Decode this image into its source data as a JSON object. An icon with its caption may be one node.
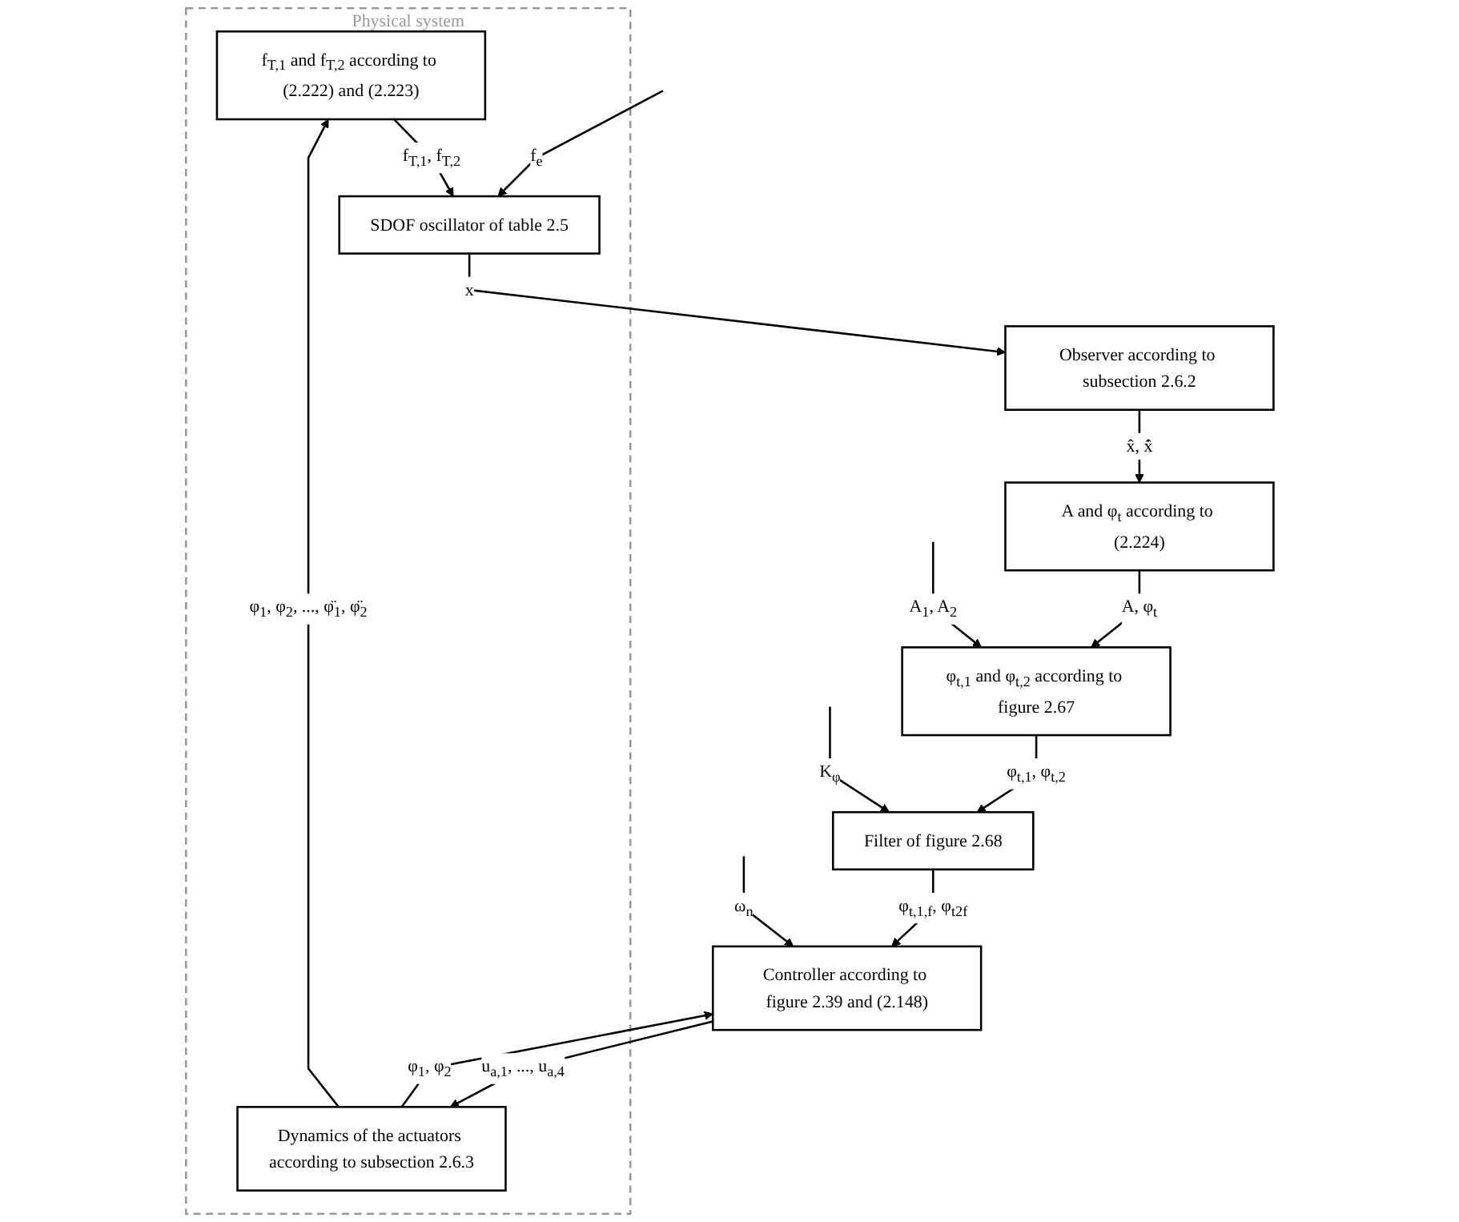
{
  "diagram": {
    "nodes": [
      {
        "text": [
          "Physical system"
        ]
      },
      {
        "text": [
          "f$_{T,1}$ and f$_{T,2}$ according to (2.222) and (2.223)"
        ],
        "in": 0
      },
      {
        "text": [
          "SDOF oscillator of table 2.5"
        ],
        "in": 0
      },
      {
        "text": [
          "Dynamics of the actuators according to subsection 2.6.3"
        ],
        "in": 0
      },
      {
        "text": [
          "Observer according to subsection 2.6.2"
        ]
      },
      {
        "text": [
          "Controller according to figure 2.39 and (2.148)"
        ]
      },
      {
        "text": [
          "A and φ$_{t}$ according to (2.224)"
        ]
      },
      {
        "text": [
          "φ$_{t,1}$ and φ$_{t,2}$ according to figure 2.67"
        ]
      },
      {
        "text": [
          "Filter of figure 2.68"
        ]
      }
    ],
    "edges": [
      {
        "from": null,
        "to": 2,
        "arrow": "to",
        "label": "f$_{e}$"
      },
      {
        "from": 1,
        "to": 2,
        "arrow": "to",
        "label": "f$_{T,1}$, f$_{T,2}$"
      },
      {
        "from": 2,
        "to": 4,
        "arrow": "to",
        "label": "x"
      },
      {
        "from": 3,
        "to": 1,
        "arrow": "to",
        "label": "φ$_{1}$, φ$_{2}$, ..., φ̈$_{1}$, φ̈$_{2}$"
      },
      {
        "from": 3,
        "to": 5,
        "arrow": "to",
        "label": "φ$_{1}$, φ$_{2}$"
      },
      {
        "from": 5,
        "to": 3,
        "arrow": "to",
        "label": "u$_{a,1}$, ..., u$_{a,4}$"
      },
      {
        "from": null,
        "to": 5,
        "arrow": "to",
        "label": "ω$_{n}$"
      },
      {
        "from": 4,
        "to": 6,
        "arrow": "to",
        "label": "x̂, x̂̇"
      },
      {
        "from": 6,
        "to": 7,
        "arrow": "to",
        "label": "A, φ$_{t}$"
      },
      {
        "from": 7,
        "to": 8,
        "arrow": "to",
        "label": "φ$_{t,1}$, φ$_{t,2}$"
      },
      {
        "from": 8,
        "to": 5,
        "arrow": "to",
        "label": "φ$_{t,1,f}$, φ$_{t2f}$"
      },
      {
        "from": null,
        "to": 8,
        "arrow": "to",
        "label": "K$_{φ}$"
      },
      {
        "from": null,
        "to": 7,
        "arrow": "to",
        "label": "A$_{1}$, A$_{2}$"
      }
    ]
  }
}
